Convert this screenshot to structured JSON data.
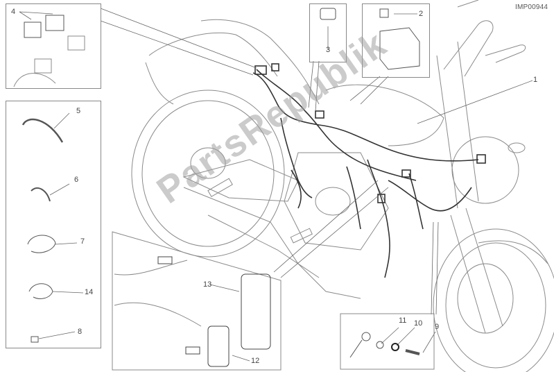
{
  "diagram": {
    "image_code": "IMP00944",
    "watermark": "PartsRepublik",
    "subject": "Motorcycle wiring harness exploded view",
    "colors": {
      "line": "#8a8a8a",
      "dark_line": "#333333",
      "text": "#444444",
      "watermark": "#a0a0a0"
    }
  },
  "callouts": [
    {
      "id": "1",
      "label": "1",
      "part": "main-wiring-harness"
    },
    {
      "id": "2",
      "label": "2",
      "part": "fuse"
    },
    {
      "id": "3",
      "label": "3",
      "part": "connector-cap"
    },
    {
      "id": "4",
      "label": "4",
      "part": "relay"
    },
    {
      "id": "5",
      "label": "5",
      "part": "cable-tie-long"
    },
    {
      "id": "6",
      "label": "6",
      "part": "cable-tie-short"
    },
    {
      "id": "7",
      "label": "7",
      "part": "cable-clamp-large"
    },
    {
      "id": "8",
      "label": "8",
      "part": "clip"
    },
    {
      "id": "9",
      "label": "9",
      "part": "screw"
    },
    {
      "id": "10",
      "label": "10",
      "part": "lock-washer"
    },
    {
      "id": "11",
      "label": "11",
      "part": "washer"
    },
    {
      "id": "12",
      "label": "12",
      "part": "connector-holder-small"
    },
    {
      "id": "13",
      "label": "13",
      "part": "connector-holder-large"
    },
    {
      "id": "14",
      "label": "14",
      "part": "cable-clamp-small"
    }
  ]
}
